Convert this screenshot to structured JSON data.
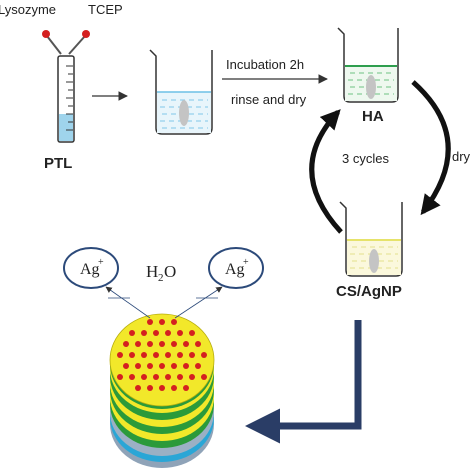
{
  "reagents": {
    "lysozyme": "Lysozyme",
    "tcep": "TCEP"
  },
  "labels": {
    "ptl": "PTL",
    "incubation": "Incubation 2h",
    "rinse": "rinse and dry",
    "ha": "HA",
    "cycles": "3 cycles",
    "dry": "dry",
    "cs_agnp": "CS/AgNP",
    "ion_left": "Ag",
    "ion_right": "Ag",
    "ion_charge": "+",
    "water_main": "H",
    "water_sub": "2",
    "water_end": "O"
  },
  "colors": {
    "stroke": "#333333",
    "arrow": "#2a3d66",
    "ha_solution": "#2e9e4e",
    "cs_solution": "#e6e36a",
    "ptl_solution": "#9fd4ec",
    "disc_yellow": "#f2e82a",
    "disc_green": "#2b9a3a",
    "disc_blue": "#2aa6d6",
    "dot_red": "#d42020",
    "ion_circle": "#2c4a7a"
  }
}
